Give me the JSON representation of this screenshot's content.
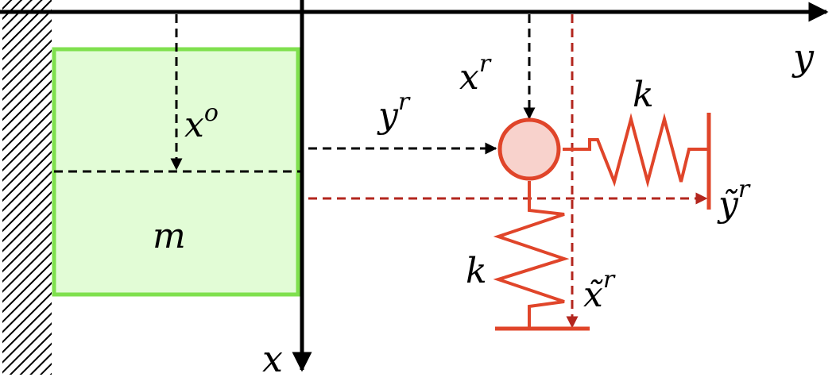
{
  "labels": {
    "y_axis": "y",
    "x_axis": "x",
    "mass": "m",
    "x_o_base": "x",
    "x_o_sup": "o",
    "y_r_base": "y",
    "y_r_sup": "r",
    "x_r_base": "x",
    "x_r_sup": "r",
    "k_horizontal": "k",
    "k_vertical": "k",
    "y_tilde_base": "ỹ",
    "y_tilde_sup": "r",
    "x_tilde_base": "x̃",
    "x_tilde_sup": "r"
  },
  "colors": {
    "axis": "#000000",
    "mass_fill": "#e2fcd6",
    "mass_stroke": "#7fe04e",
    "spring": "#e0452a",
    "node_fill": "#f8d2cc",
    "dashed_red": "#b3261e",
    "hatch": "#000000"
  },
  "icons": {
    "wall": "hatched-wall",
    "node": "circle-node"
  }
}
